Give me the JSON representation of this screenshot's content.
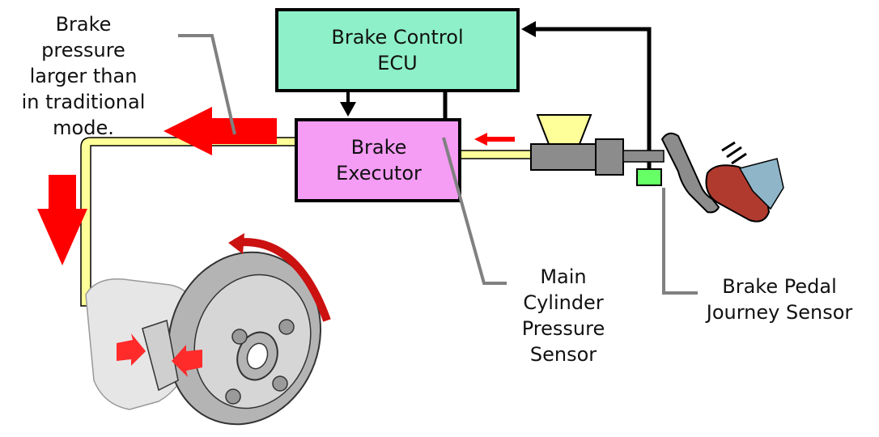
{
  "blocks": {
    "ecu": {
      "label_lines": [
        "Brake Control",
        "ECU"
      ],
      "fill": "#8ef0c8"
    },
    "executor": {
      "label_lines": [
        "Brake",
        "Executor"
      ],
      "fill": "#f59cf5"
    }
  },
  "callouts": {
    "pressure_note": [
      "Brake",
      "pressure",
      "larger than",
      "in traditional",
      "mode."
    ],
    "main_cylinder_sensor": [
      "Main",
      "Cylinder",
      "Pressure",
      "Sensor"
    ],
    "pedal_sensor": [
      "Brake Pedal",
      "Journey Sensor"
    ]
  },
  "colors": {
    "arrow_red": "#ff0000",
    "pipe_fill": "#ffff99",
    "leader_line": "#808080",
    "sensor_green": "#66ff66",
    "cup_fill": "#ffff99"
  },
  "icons": [
    "brake-disc-icon",
    "foot-pedal-icon",
    "master-cylinder-icon"
  ]
}
